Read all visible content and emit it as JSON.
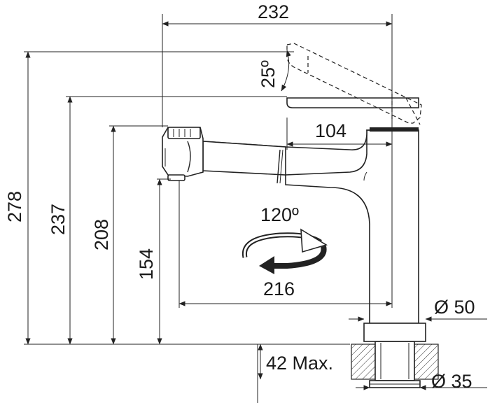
{
  "dimensions": {
    "total_width": "232",
    "height_total": "278",
    "height_spout_top": "237",
    "height_spray_head": "208",
    "height_outlet": "154",
    "reach": "216",
    "lever_offset": "104",
    "lever_angle": "25º",
    "rotation": "120º",
    "body_diameter": "Ø 50",
    "thread_diameter": "Ø 35",
    "mounting_thickness": "42 Max."
  }
}
